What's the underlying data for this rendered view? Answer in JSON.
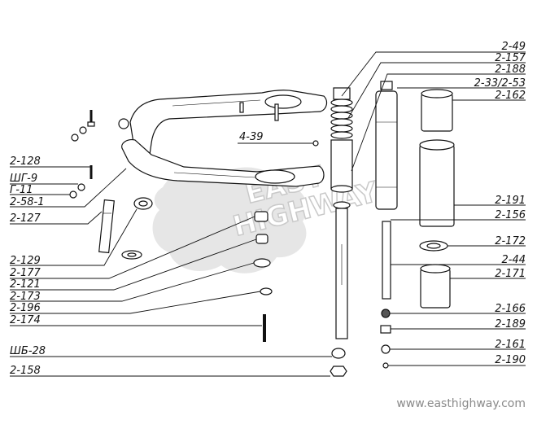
{
  "labels": {
    "l_2_49": "2-49",
    "l_2_157": "2-157",
    "l_2_188": "2-188",
    "l_2_33": "2-33/2-53",
    "l_2_162": "2-162",
    "l_4_39": "4-39",
    "l_2_128": "2-128",
    "l_shg9": "ШГ-9",
    "l_g11": "Г-11",
    "l_2_58_1": "2-58-1",
    "l_2_127": "2-127",
    "l_2_191": "2-191",
    "l_2_156": "2-156",
    "l_2_172": "2-172",
    "l_2_44": "2-44",
    "l_2_171": "2-171",
    "l_2_129": "2-129",
    "l_2_177": "2-177",
    "l_2_121": "2-121",
    "l_2_173": "2-173",
    "l_2_196": "2-196",
    "l_2_174": "2-174",
    "l_2_166": "2-166",
    "l_2_189": "2-189",
    "l_2_161": "2-161",
    "l_shb28": "ШБ-28",
    "l_2_190": "2-190",
    "l_2_158": "2-158"
  },
  "watermark": {
    "line1": "EAST",
    "line2": "HIGHWAY"
  },
  "footer": {
    "website": "www.easthighway.com"
  },
  "colors": {
    "ink": "#111111",
    "watermark": "#c9c9c9",
    "footer": "#8a8a8a"
  }
}
